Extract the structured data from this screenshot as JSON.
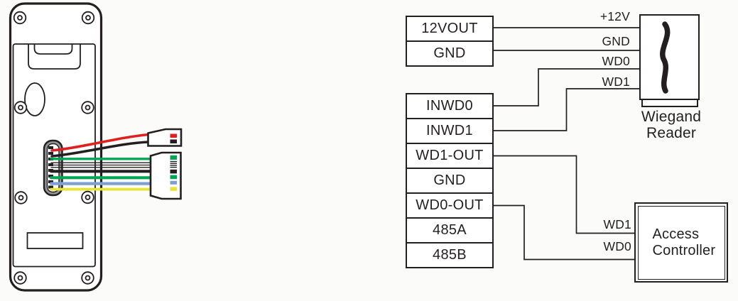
{
  "terminals": {
    "power_rows": [
      "12VOUT",
      "GND"
    ],
    "main_rows": [
      "INWD0",
      "INWD1",
      "WD1-OUT",
      "GND",
      "WD0-OUT",
      "485A",
      "485B"
    ]
  },
  "reader": {
    "wire_labels": [
      "+12V",
      "GND",
      "WD0",
      "WD1"
    ],
    "caption_line1": "Wiegand",
    "caption_line2": "Reader"
  },
  "controller": {
    "wire_labels": [
      "WD1",
      "WD0"
    ],
    "caption_line1": "Access",
    "caption_line2": "Controller"
  },
  "colors": {
    "diagram_line": "#231f20",
    "wire_red": "#e0201f",
    "wire_black": "#231f20",
    "wire_green": "#00a651",
    "wire_blue": "#7d9fd3",
    "wire_yellow": "#e7e434",
    "white_wire_outline": "#231f20",
    "connector_grey": "#939598"
  }
}
